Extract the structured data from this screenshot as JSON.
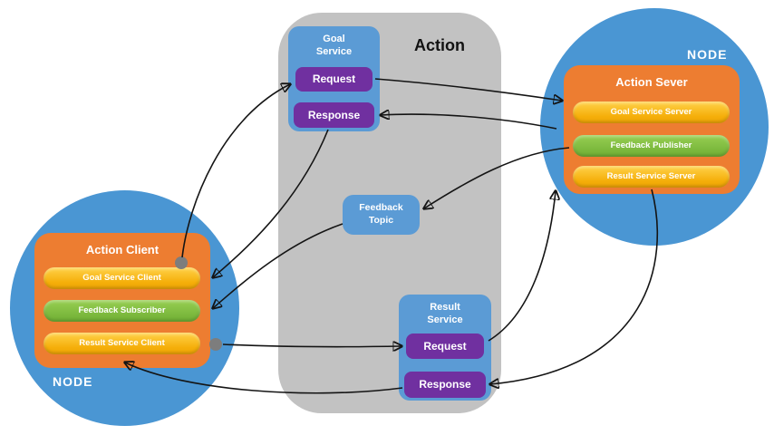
{
  "action_group": {
    "label": "Action"
  },
  "goal_service": {
    "lines": [
      "Goal",
      "Service"
    ],
    "request_label": "Request",
    "response_label": "Response"
  },
  "feedback_topic": {
    "lines": [
      "Feedback",
      "Topic"
    ]
  },
  "result_service": {
    "lines": [
      "Result",
      "Service"
    ],
    "request_label": "Request",
    "response_label": "Response"
  },
  "server_node": {
    "node_label": "NODE",
    "title": "Action Sever",
    "items": [
      {
        "label": "Goal Service Server",
        "kind": "service"
      },
      {
        "label": "Feedback Publisher",
        "kind": "publisher"
      },
      {
        "label": "Result Service Server",
        "kind": "service"
      }
    ]
  },
  "client_node": {
    "node_label": "NODE",
    "title": "Action Client",
    "items": [
      {
        "label": "Goal Service Client",
        "kind": "service"
      },
      {
        "label": "Feedback Subscriber",
        "kind": "subscriber"
      },
      {
        "label": "Result Service Client",
        "kind": "service"
      }
    ]
  },
  "colors": {
    "node_blue": "#4a96d3",
    "panel_gray": "#c2c2c2",
    "box_blue": "#5b9bd5",
    "purple": "#7030a0",
    "orange": "#ed7d31",
    "pill_yellow": "#f5ae09",
    "pill_green": "#76b041",
    "arrow_black": "#141414"
  }
}
